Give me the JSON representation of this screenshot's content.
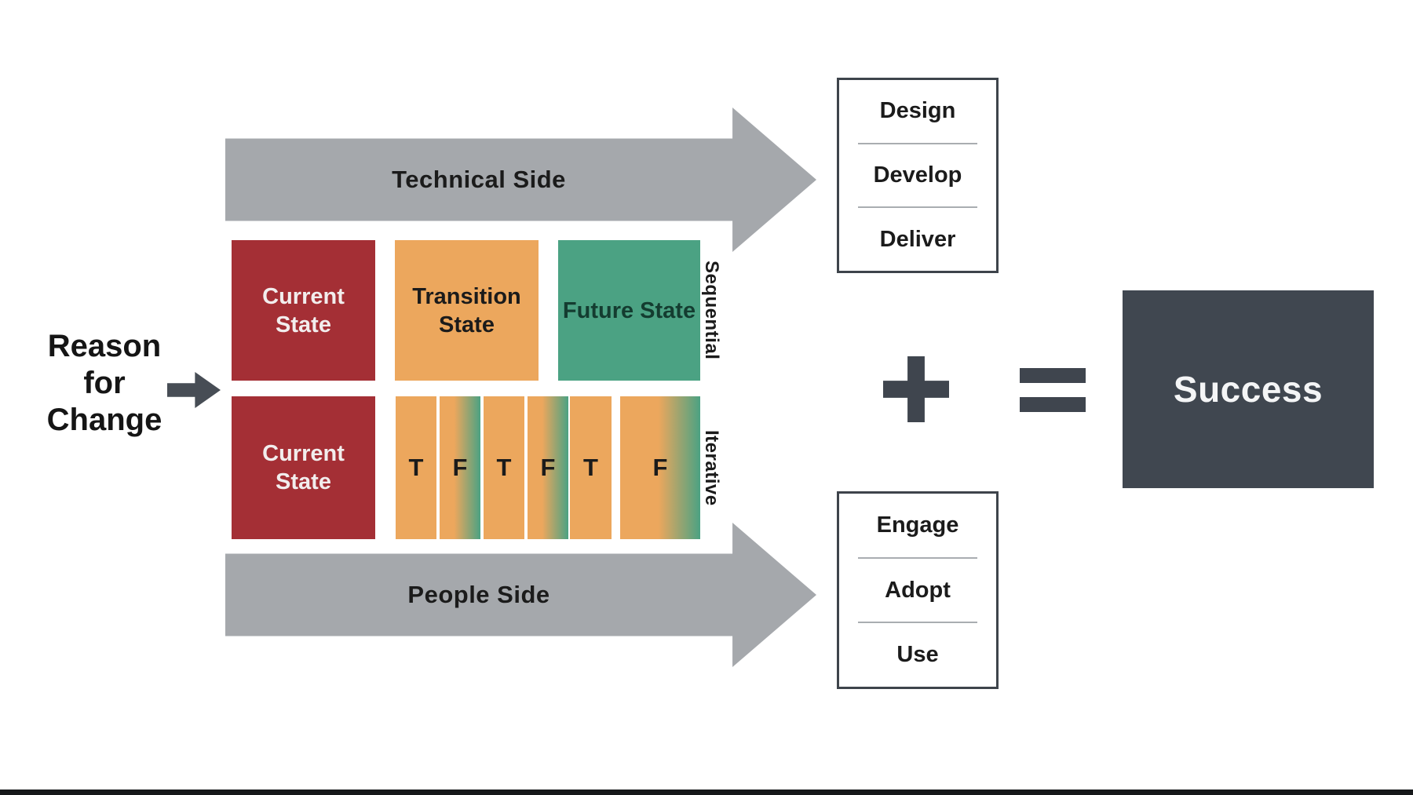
{
  "diagram": {
    "reason": {
      "lines": [
        "Reason",
        "for",
        "Change"
      ]
    },
    "technical_arrow": {
      "label": "Technical Side"
    },
    "people_arrow": {
      "label": "People Side"
    },
    "sequential_row": {
      "axis_label": "Sequential",
      "current_state": "Current State",
      "transition_state": "Transition State",
      "future_state": "Future State"
    },
    "iterative_row": {
      "axis_label": "Iterative",
      "current_state": "Current State",
      "tf_boxes": [
        {
          "label": "T",
          "fill": "solid-orange"
        },
        {
          "label": "F",
          "fill": "orange-to-green-gradient"
        },
        {
          "label": "T",
          "fill": "solid-orange"
        },
        {
          "label": "F",
          "fill": "orange-to-green-gradient"
        },
        {
          "label": "T",
          "fill": "solid-orange"
        },
        {
          "label": "F",
          "fill": "orange-to-green-gradient"
        }
      ]
    },
    "design_box": {
      "items": [
        "Design",
        "Develop",
        "Deliver"
      ]
    },
    "engage_box": {
      "items": [
        "Engage",
        "Adopt",
        "Use"
      ]
    },
    "equation": {
      "plus_icon": "plus-sign",
      "equals_icon": "equals-sign",
      "success_label": "Success"
    },
    "colors": {
      "current_state_red": "#A42F35",
      "transition_orange": "#ECA75D",
      "future_green": "#4BA283",
      "arrow_gray": "#A5A8AC",
      "dark_slate": "#3F454E",
      "text_dark": "#1B1B1B"
    }
  }
}
